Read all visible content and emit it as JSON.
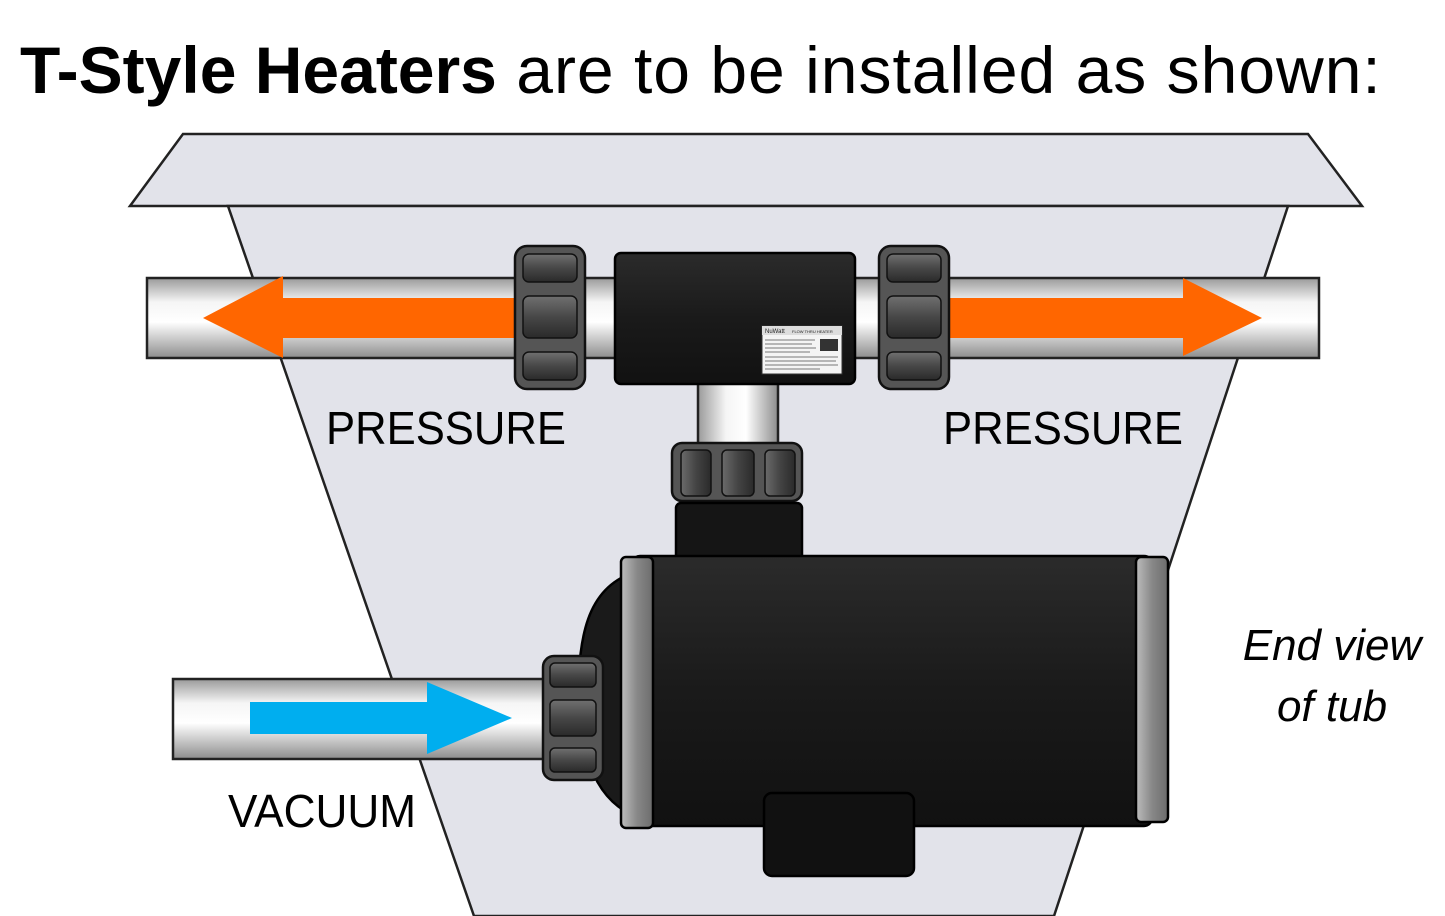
{
  "title": {
    "bold": "T-Style Heaters",
    "rest": "are to be installed as shown:"
  },
  "labels": {
    "pressure_left": "PRESSURE",
    "pressure_right": "PRESSURE",
    "vacuum": "VACUUM",
    "tub_line1": "End view",
    "tub_line2": "of tub"
  },
  "heater_label": {
    "brand": "NuWatt",
    "model": "FLOW THRU HEATER"
  },
  "colors": {
    "pressure_arrow": "#ff6600",
    "vacuum_arrow": "#00aeef",
    "tub_fill": "#e2e3ea",
    "heater_body": "#1a1a1a"
  },
  "icons": [
    "pressure-arrow-left-icon",
    "pressure-arrow-right-icon",
    "vacuum-arrow-icon"
  ]
}
